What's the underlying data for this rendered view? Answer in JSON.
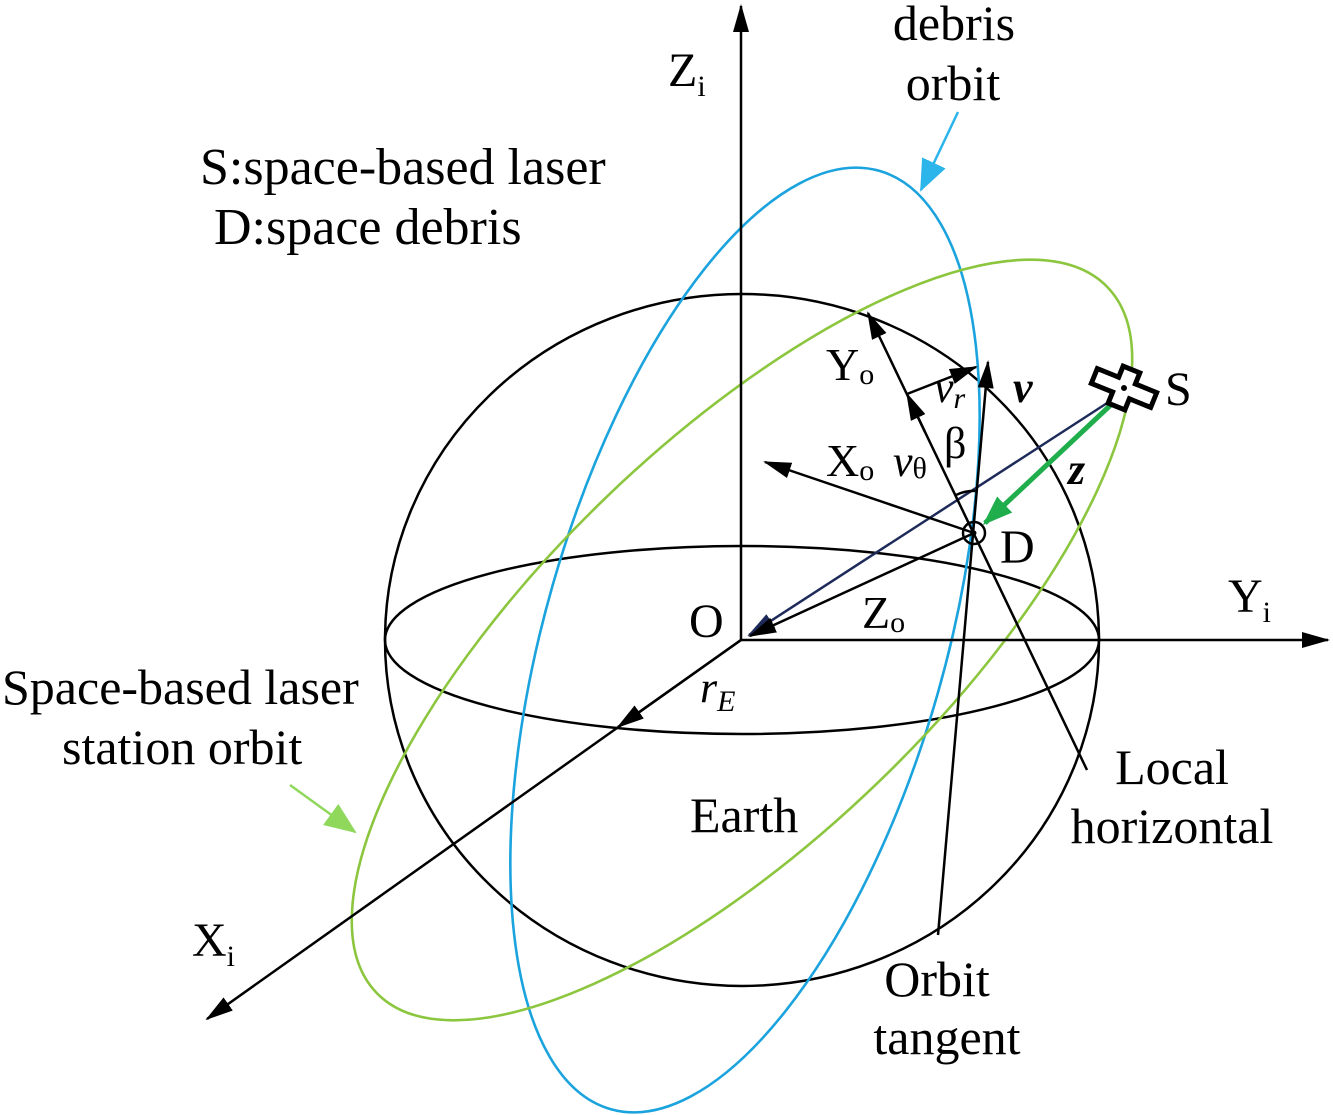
{
  "axes": {
    "zi": {
      "letter": "Z",
      "sub": "i"
    },
    "yi": {
      "letter": "Y",
      "sub": "i"
    },
    "xi": {
      "letter": "X",
      "sub": "i"
    },
    "origin": "O",
    "earth_radius": {
      "letter": "r",
      "sub": "E"
    }
  },
  "orbital_frame": {
    "xo": {
      "letter": "X",
      "sub": "o"
    },
    "yo": {
      "letter": "Y",
      "sub": "o"
    },
    "zo": {
      "letter": "Z",
      "sub": "o"
    }
  },
  "velocity": {
    "v": "v",
    "vr": {
      "letter": "v",
      "sub": "r"
    },
    "vtheta": {
      "letter": "v",
      "sub": "θ"
    },
    "beta": "β"
  },
  "points": {
    "laser_station": "S",
    "debris": "D"
  },
  "vectors": {
    "z": "z"
  },
  "labels": {
    "debris_orbit": [
      "debris",
      "orbit"
    ],
    "legend": [
      "S:space-based laser",
      "D:space debris"
    ],
    "laser_station_orbit": [
      "Space-based laser",
      "station orbit"
    ],
    "earth": "Earth",
    "local_horizontal": [
      "Local",
      "horizontal"
    ],
    "orbit_tangent": [
      "Orbit",
      "tangent"
    ]
  },
  "colors": {
    "debris_orbit": "#1ba3de",
    "laser_station_orbit": "#8cc63f",
    "line_of_sight": "#1e2b5a",
    "z_vector": "#1fae4b",
    "debris_orbit_pointer": "#2bb5ea",
    "laser_orbit_pointer": "#8fd85c"
  }
}
